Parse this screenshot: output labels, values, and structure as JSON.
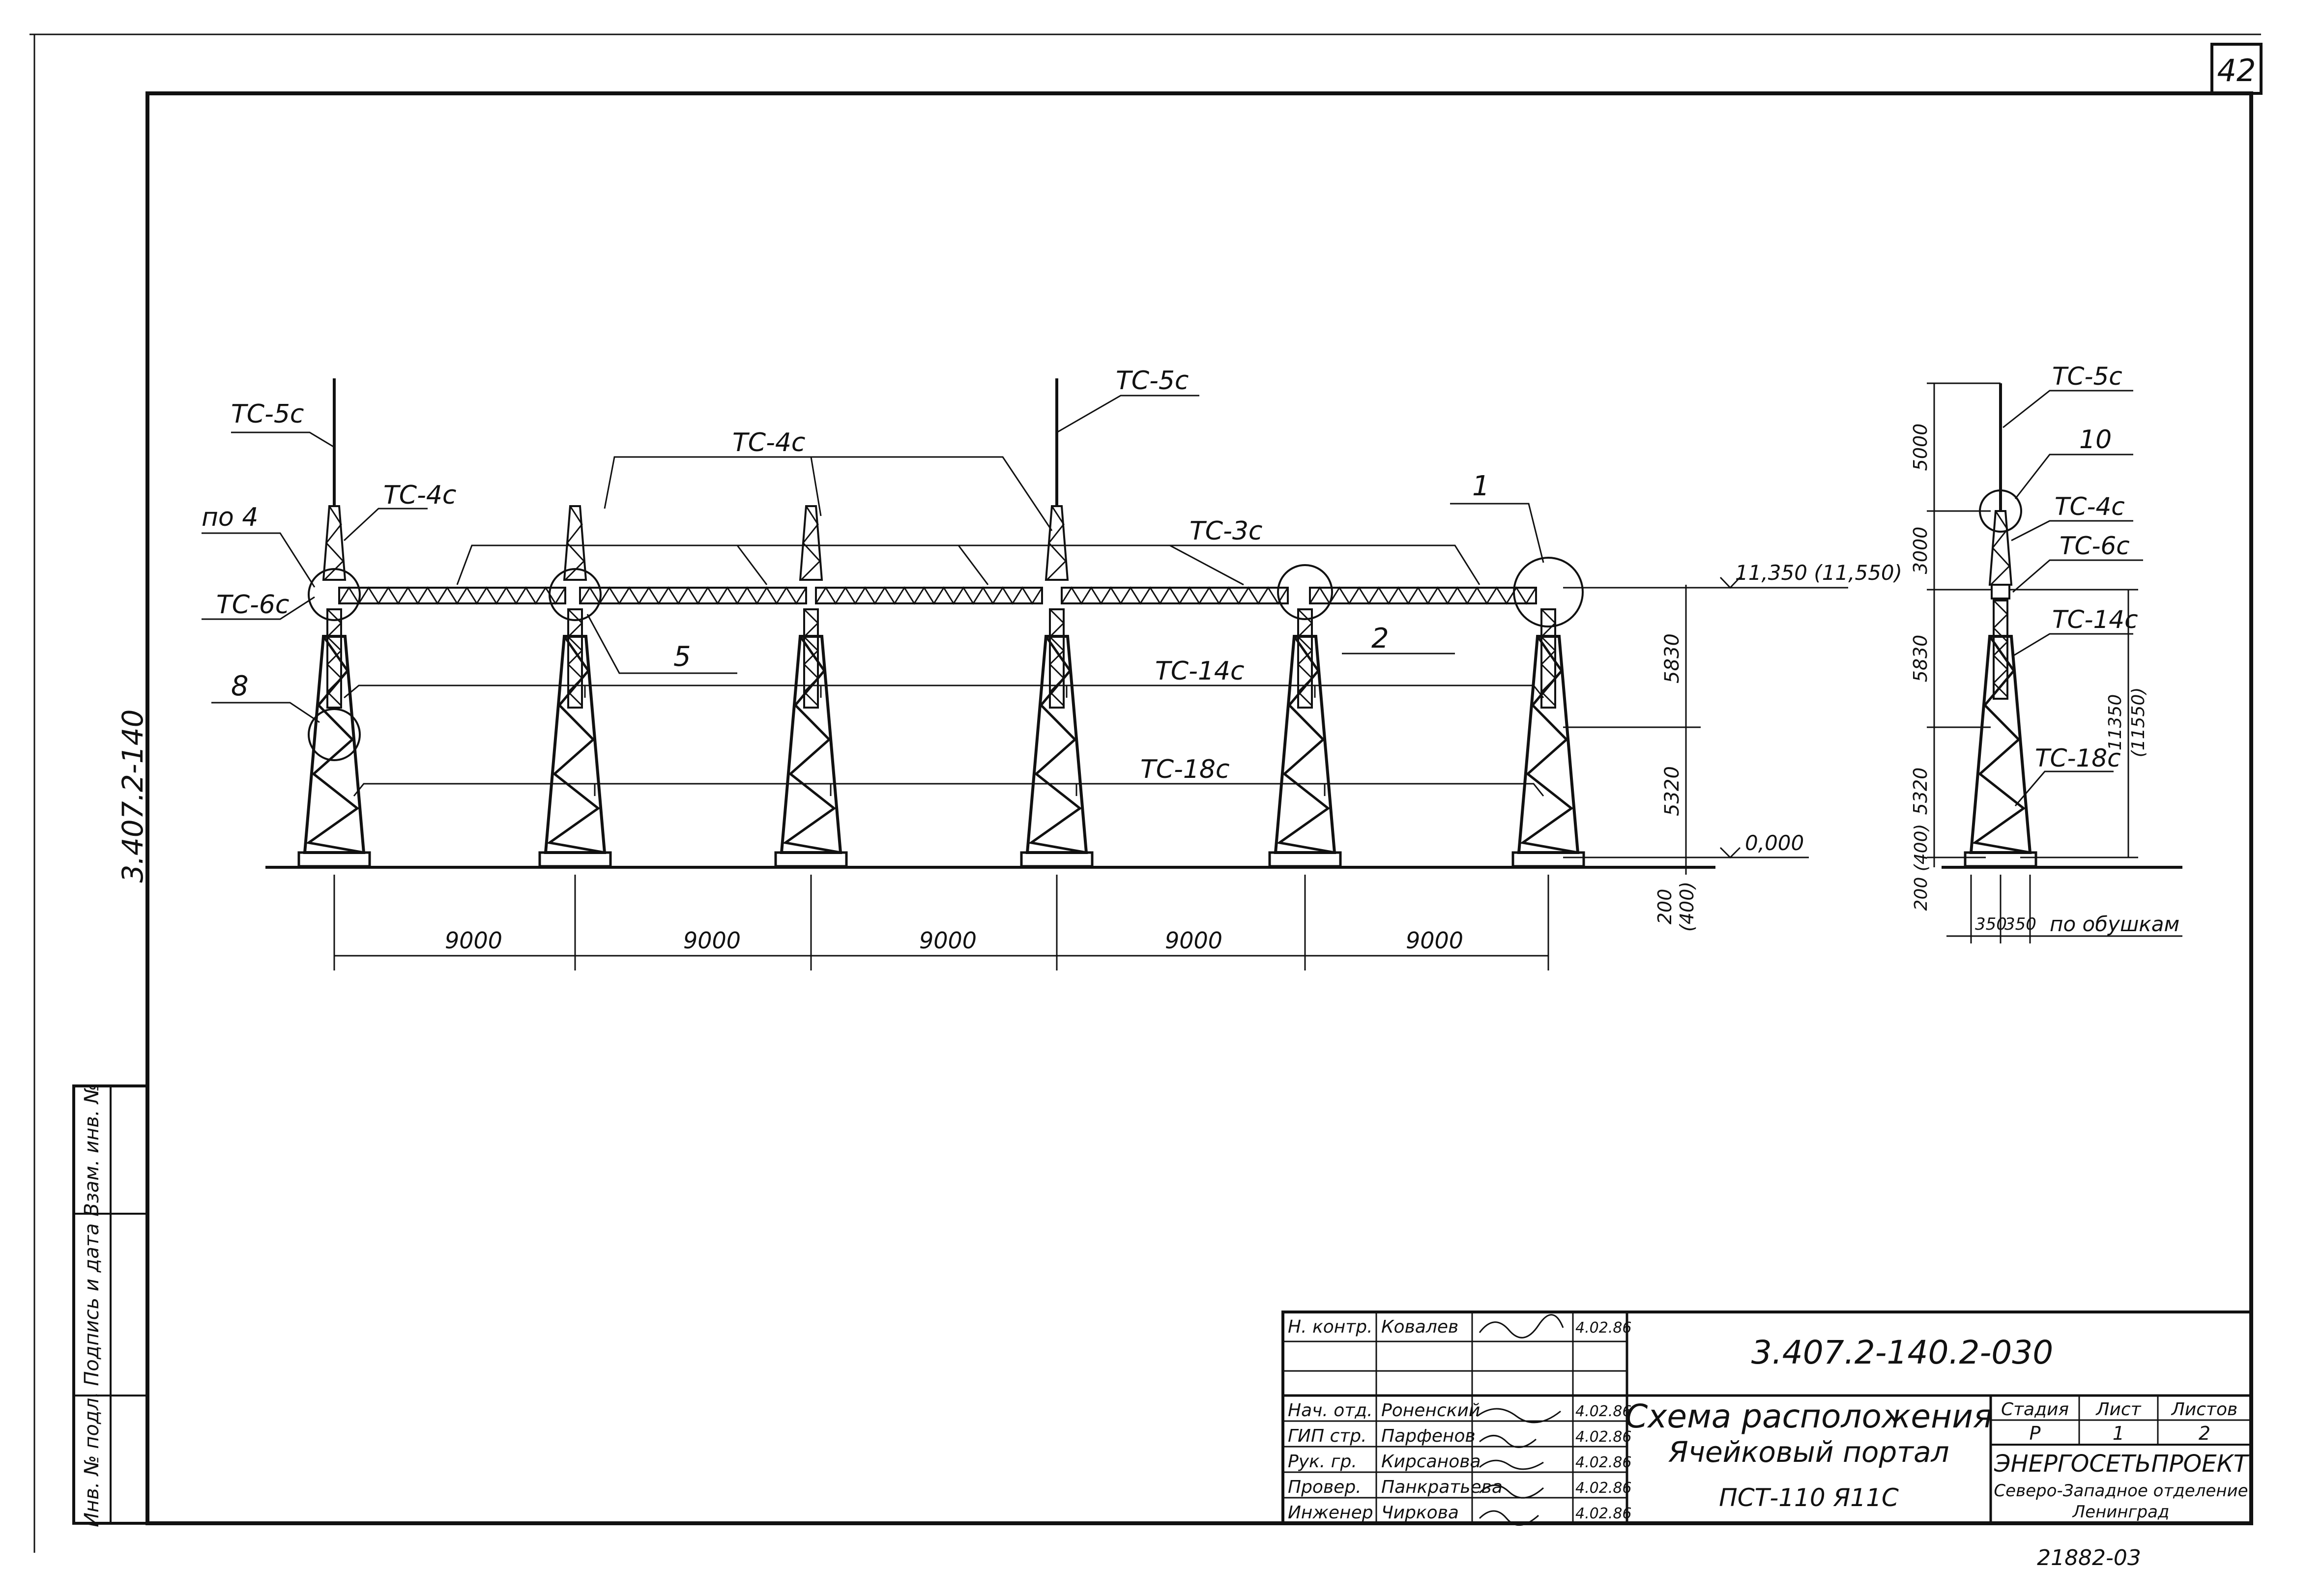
{
  "sheet": {
    "sheet_corner_number": "42",
    "side_code": "3.407.2-140",
    "bottom_code": "21882-03"
  },
  "main_view": {
    "top_labels": [
      "ТС-5с",
      "ТС-4с",
      "ТС-5с"
    ],
    "left_labels": [
      "по 4",
      "ТС-6с"
    ],
    "beam_label": "ТС-3с",
    "mid_labels": [
      "ТС-14с",
      "ТС-18с"
    ],
    "callouts": [
      "1",
      "2",
      "5",
      "8"
    ],
    "dimensions": {
      "spans": [
        "9000",
        "9000",
        "9000",
        "9000",
        "9000"
      ],
      "upper_height": "5830",
      "lower_height": "5320",
      "foundation_a": "200",
      "foundation_b": "(400)"
    },
    "elevations": {
      "top": "11,350 (11,550)",
      "ground": "0,000"
    }
  },
  "side_view": {
    "labels": [
      "ТС-5с",
      "10",
      "ТС-4с",
      "ТС-6с",
      "ТС-14с",
      "ТС-18с"
    ],
    "dimensions": {
      "d5000": "5000",
      "d3000": "3000",
      "d5830": "5830",
      "d5320": "5320",
      "d200": "200 (400)",
      "total_a": "11350",
      "total_b": "(11550)",
      "base_a": "350",
      "base_b": "350"
    },
    "base_note": "по обушкам"
  },
  "side_stamp": {
    "label_1": "Инв. № подл.",
    "label_2": "Подпись и дата",
    "label_3": "Взам. инв. №"
  },
  "title_block": {
    "designation": "3.407.2-140.2-030",
    "title_line1": "Схема расположения",
    "title_line2": "Ячейковый портал",
    "title_line3": "ПСТ-110 Я11С",
    "stage_header": "Стадия",
    "sheet_header": "Лист",
    "sheets_header": "Листов",
    "stage": "Р",
    "sheet": "1",
    "sheets": "2",
    "org_name": "ЭНЕРГОСЕТЬПРОЕКТ",
    "org_dept": "Северо-Западное отделение",
    "org_city": "Ленинград",
    "rows": [
      {
        "role": "Н. контр.",
        "name": "Ковалев",
        "date": "4.02.86"
      },
      {
        "role": "",
        "name": "",
        "date": ""
      },
      {
        "role": "Нач. отд.",
        "name": "Роненский",
        "date": "4.02.86"
      },
      {
        "role": "ГИП стр.",
        "name": "Парфенов",
        "date": "4.02.86"
      },
      {
        "role": "Рук. гр.",
        "name": "Кирсанова",
        "date": "4.02.86"
      },
      {
        "role": "Провер.",
        "name": "Панкратьева",
        "date": "4.02.86"
      },
      {
        "role": "Инженер",
        "name": "Чиркова",
        "date": "4.02.86"
      }
    ]
  }
}
